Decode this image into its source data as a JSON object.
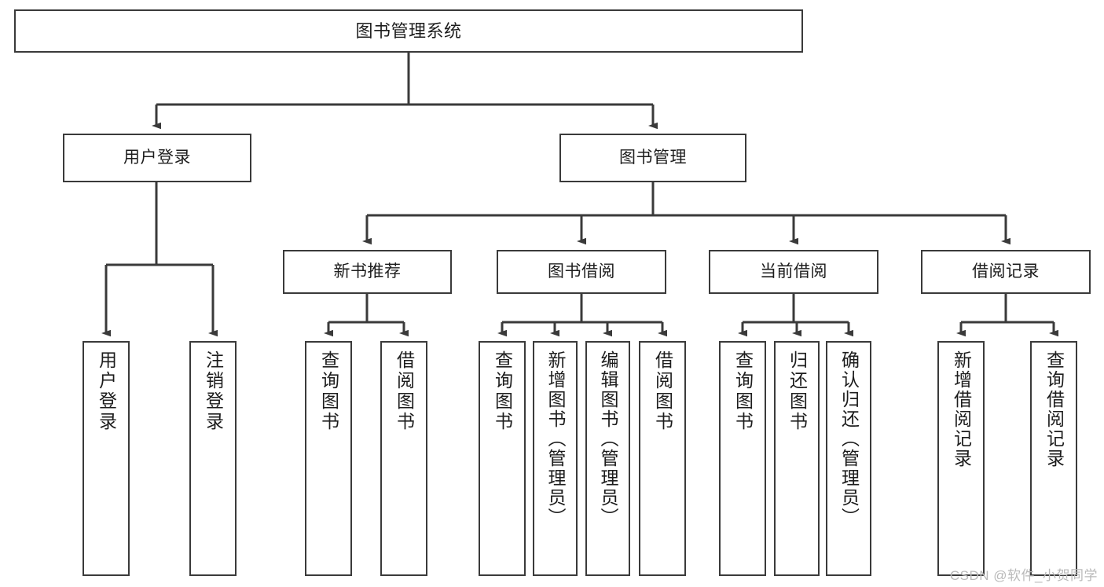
{
  "diagram": {
    "type": "tree-hierarchy",
    "title": "图书管理系统",
    "root": {
      "label": "图书管理系统"
    },
    "level2": [
      {
        "id": "user-login",
        "label": "用户登录"
      },
      {
        "id": "book-manage",
        "label": "图书管理"
      }
    ],
    "level3": [
      {
        "id": "new-book-rec",
        "label": "新书推荐",
        "parent": "book-manage"
      },
      {
        "id": "book-borrow",
        "label": "图书借阅",
        "parent": "book-manage"
      },
      {
        "id": "current-borrow",
        "label": "当前借阅",
        "parent": "book-manage"
      },
      {
        "id": "borrow-record",
        "label": "借阅记录",
        "parent": "book-manage"
      }
    ],
    "leaves": [
      {
        "id": "leaf-user-login",
        "label": "用户登录",
        "parent": "user-login"
      },
      {
        "id": "leaf-logout",
        "label": "注销登录",
        "parent": "user-login"
      },
      {
        "id": "leaf-query-book-1",
        "label": "查询图书",
        "parent": "new-book-rec"
      },
      {
        "id": "leaf-borrow-book-1",
        "label": "借阅图书",
        "parent": "new-book-rec"
      },
      {
        "id": "leaf-query-book-2",
        "label": "查询图书",
        "parent": "book-borrow"
      },
      {
        "id": "leaf-add-book",
        "label": "新增图书（管理员）",
        "parent": "book-borrow"
      },
      {
        "id": "leaf-edit-book",
        "label": "编辑图书（管理员）",
        "parent": "book-borrow"
      },
      {
        "id": "leaf-borrow-book-2",
        "label": "借阅图书",
        "parent": "book-borrow"
      },
      {
        "id": "leaf-query-book-3",
        "label": "查询图书",
        "parent": "current-borrow"
      },
      {
        "id": "leaf-return-book",
        "label": "归还图书",
        "parent": "current-borrow"
      },
      {
        "id": "leaf-confirm-return",
        "label": "确认归还（管理员）",
        "parent": "current-borrow"
      },
      {
        "id": "leaf-add-record",
        "label": "新增借阅记录",
        "parent": "borrow-record"
      },
      {
        "id": "leaf-query-record",
        "label": "查询借阅记录",
        "parent": "borrow-record"
      }
    ],
    "watermark": "CSDN @软件_小贺同学",
    "colors": {
      "box_border": "#3a3a3a",
      "box_fill": "#ffffff",
      "connector": "#3a3a3a",
      "text": "#1d1d1d",
      "watermark": "#b9b9b9",
      "background": "#ffffff"
    }
  }
}
